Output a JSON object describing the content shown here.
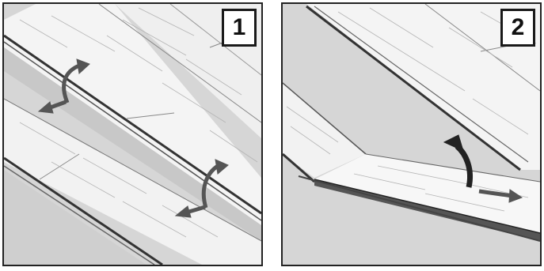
{
  "panels": [
    {
      "step": "1",
      "action": "angle-in-and-press-down"
    },
    {
      "step": "2",
      "action": "lift-and-slide-sideways"
    }
  ],
  "colors": {
    "board_face": "#f5f5f5",
    "board_edge": "#3a3a3a",
    "subfloor": "#d6d6d6",
    "arrow": "#555555",
    "outline": "#222222"
  },
  "icons": [
    "curved-arrow-icon",
    "straight-arrow-icon"
  ]
}
